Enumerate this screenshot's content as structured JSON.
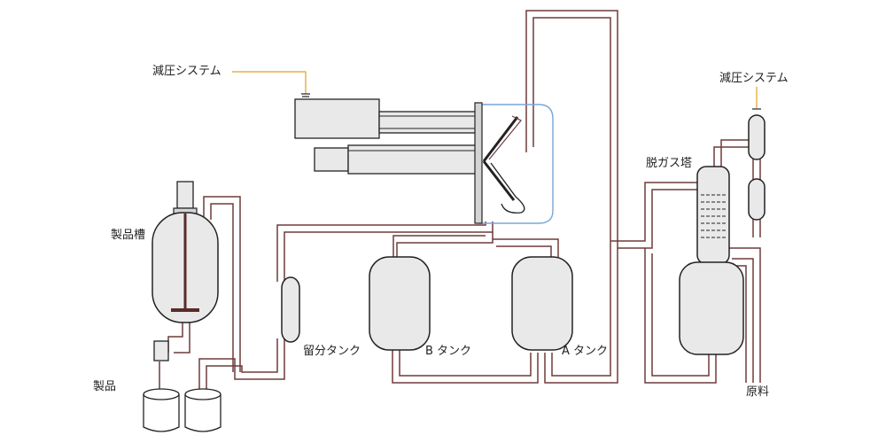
{
  "labels": {
    "vacuum_left": "減圧システム",
    "vacuum_right": "減圧システム",
    "product_tank": "製品槽",
    "product": "製品",
    "distillate_tank": "留分タンク",
    "tank_b": "B タンク",
    "tank_a": "A タンク",
    "degas_tower": "脱ガス塔",
    "raw_material": "原料"
  },
  "colors": {
    "pipe": "#6e3b3a",
    "vessel_fill": "#e9e9e9",
    "outline": "#222222",
    "vacuum_line": "#e0a020",
    "cooling_loop": "#7aa6d8"
  }
}
